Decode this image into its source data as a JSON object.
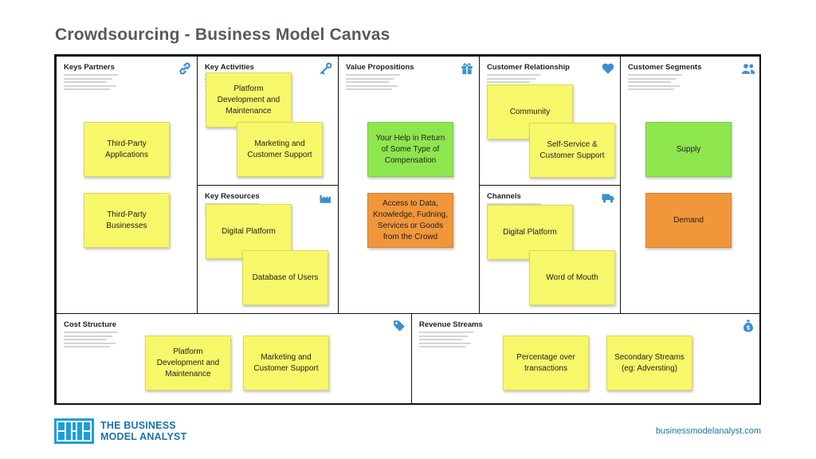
{
  "page": {
    "title": "Crowdsourcing - Business Model Canvas"
  },
  "colors": {
    "icon": "#3a8fd0",
    "yellow_note": "#f7f76a",
    "green_note": "#8ee64e",
    "orange_note": "#f1963a",
    "brand": "#1a73a8"
  },
  "sections": {
    "key_partners": {
      "title": "Keys Partners",
      "icon": "link-icon",
      "notes": [
        "Third-Party Applications",
        "Third-Party Businesses"
      ]
    },
    "key_activities": {
      "title": "Key Activities",
      "icon": "key-icon",
      "notes": [
        "Platform Development and Maintenance",
        "Marketing and Customer Support"
      ]
    },
    "key_resources": {
      "title": "Key Resources",
      "icon": "factory-icon",
      "notes": [
        "Digital Platform",
        "Database of Users"
      ]
    },
    "value_propositions": {
      "title": "Value Propositions",
      "icon": "gift-icon",
      "notes": [
        "Your Help in Return of Some Type of Compensation",
        "Access to Data, Knowledge, Fudning, Services or Goods from the Crowd"
      ]
    },
    "customer_relationship": {
      "title": "Customer Relationship",
      "icon": "heart-icon",
      "notes": [
        "Community",
        "Self-Service & Customer Support"
      ]
    },
    "channels": {
      "title": "Channels",
      "icon": "truck-icon",
      "notes": [
        "Digital Platform",
        "Word of Mouth"
      ]
    },
    "customer_segments": {
      "title": "Customer Segments",
      "icon": "users-icon",
      "notes": [
        "Supply",
        "Demand"
      ]
    },
    "cost_structure": {
      "title": "Cost Structure",
      "icon": "tag-icon",
      "notes": [
        "Platform Development and Maintenance",
        "Marketing and Customer Support"
      ]
    },
    "revenue_streams": {
      "title": "Revenue Streams",
      "icon": "money-bag-icon",
      "notes": [
        "Percentage over transactions",
        "Secondary Streams (eg: Adversting)"
      ]
    }
  },
  "footer": {
    "brand_line1": "THE BUSINESS",
    "brand_line2": "MODEL ANALYST",
    "website": "businessmodelanalyst.com"
  }
}
